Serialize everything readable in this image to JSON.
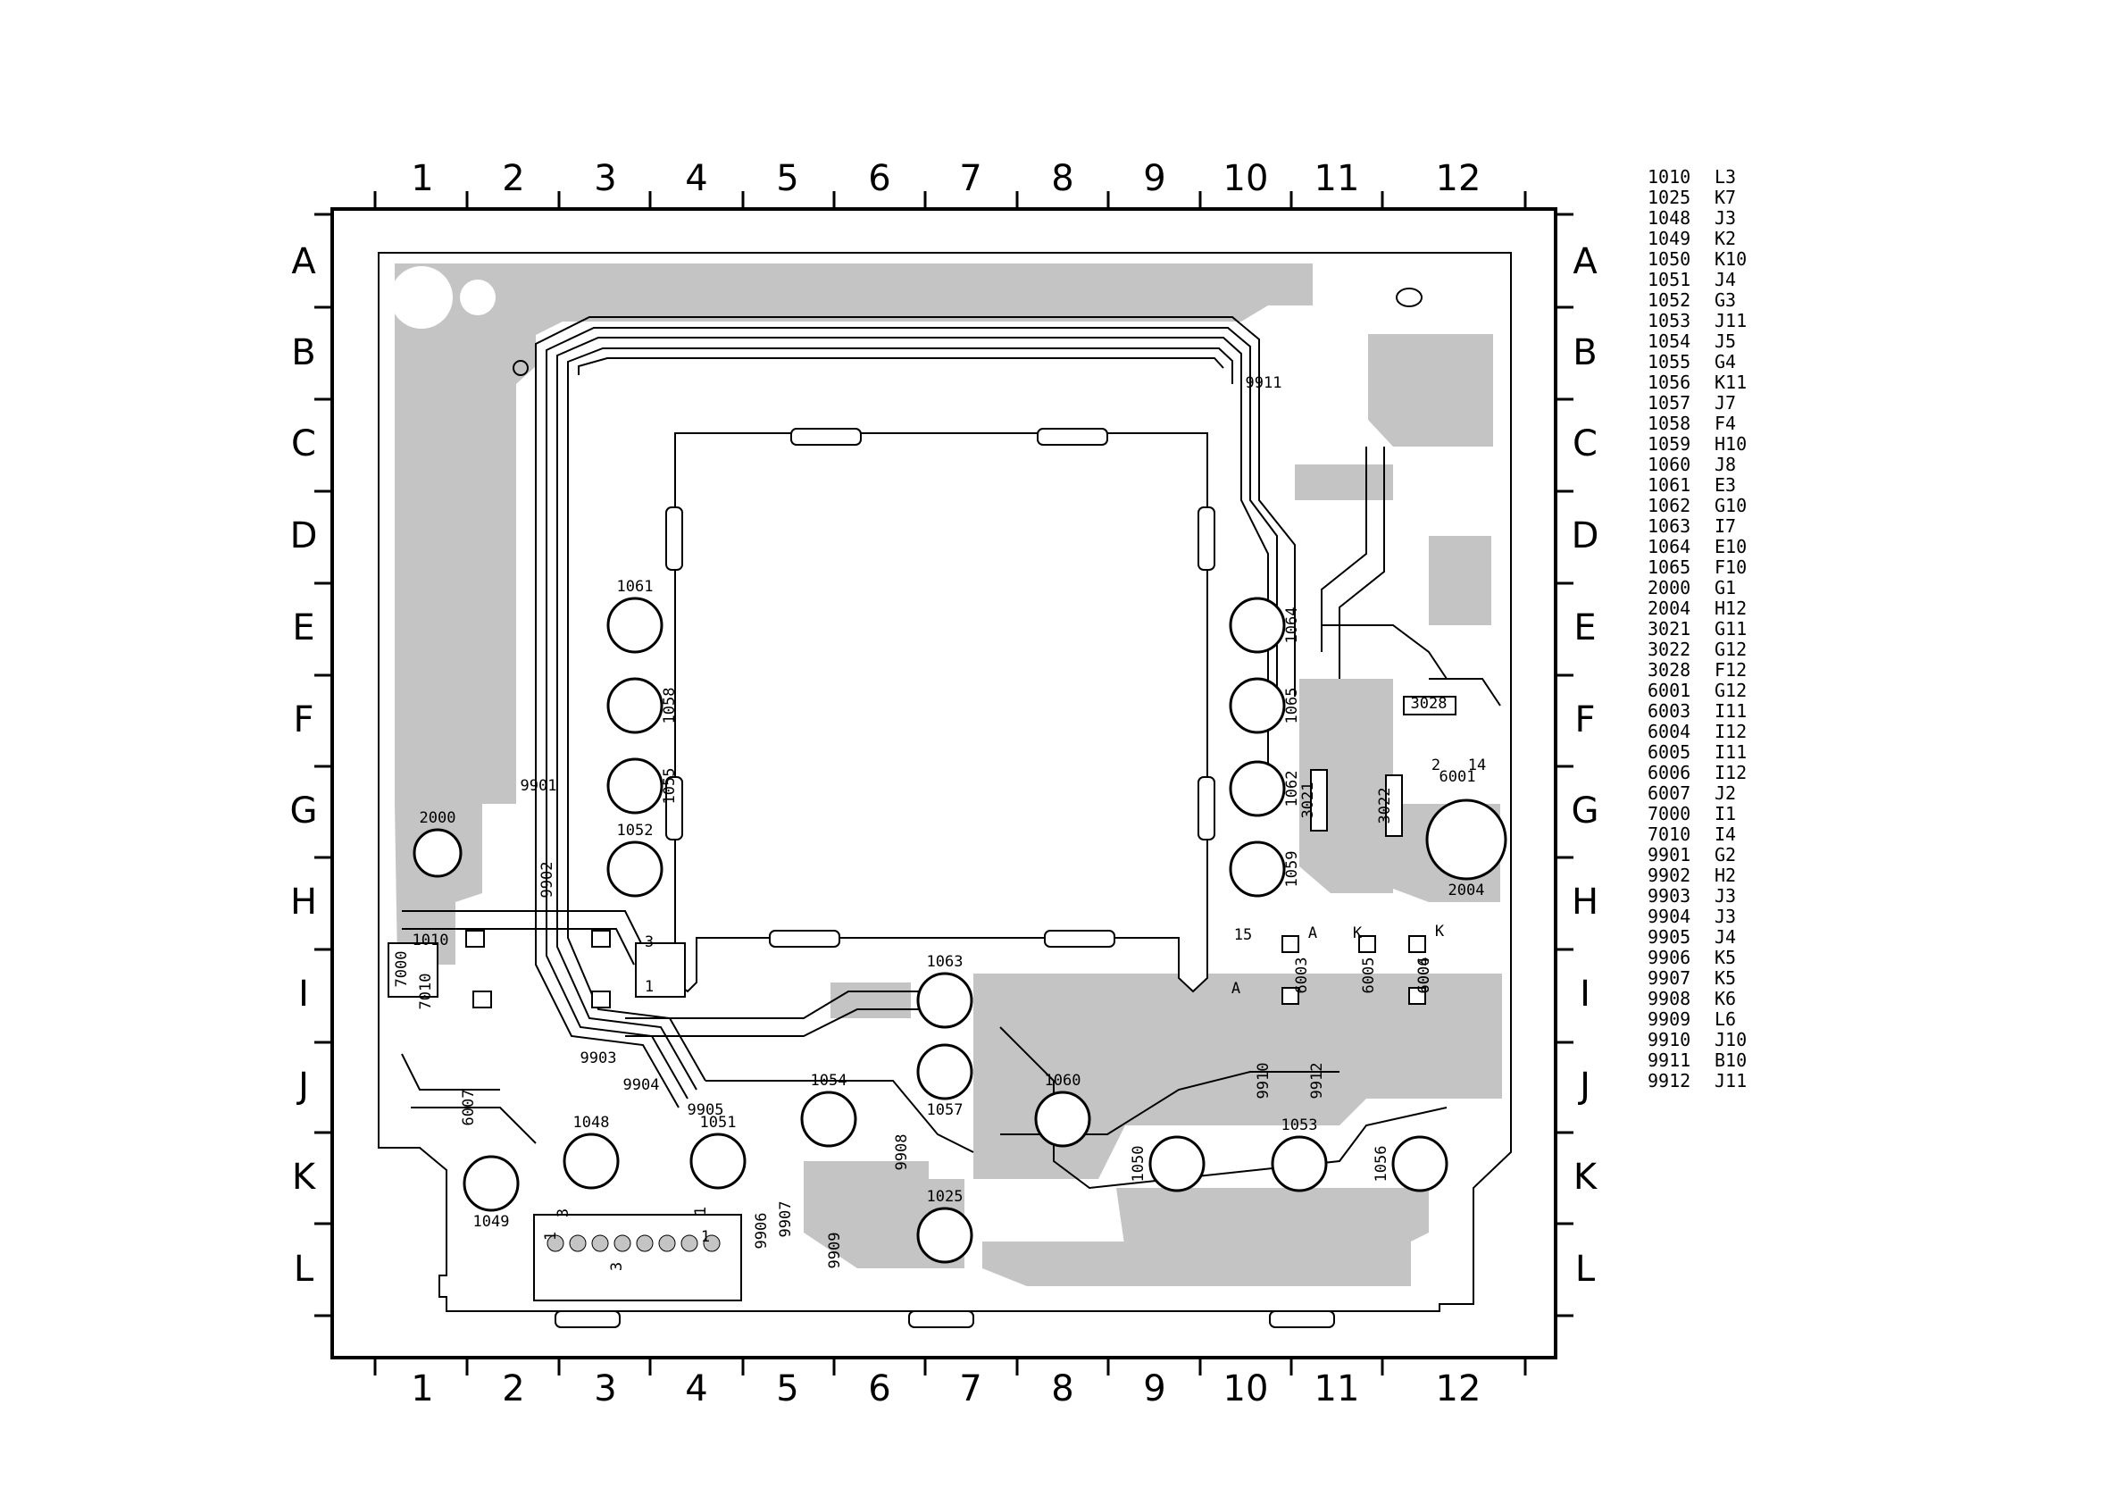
{
  "grid": {
    "columns": [
      "1",
      "2",
      "3",
      "4",
      "5",
      "6",
      "7",
      "8",
      "9",
      "10",
      "11",
      "12"
    ],
    "rows": [
      "A",
      "B",
      "C",
      "D",
      "E",
      "F",
      "G",
      "H",
      "I",
      "J",
      "K",
      "L"
    ]
  },
  "components": {
    "round": [
      {
        "id": "1061",
        "orient": "h",
        "lpos": "top"
      },
      {
        "id": "1058",
        "orient": "v",
        "lpos": "right"
      },
      {
        "id": "1055",
        "orient": "v",
        "lpos": "right"
      },
      {
        "id": "1052",
        "orient": "h",
        "lpos": "top"
      },
      {
        "id": "1064",
        "orient": "v",
        "lpos": "right"
      },
      {
        "id": "1065",
        "orient": "v",
        "lpos": "right"
      },
      {
        "id": "1062",
        "orient": "v",
        "lpos": "right"
      },
      {
        "id": "1059",
        "orient": "v",
        "lpos": "right"
      },
      {
        "id": "1063",
        "orient": "h",
        "lpos": "top"
      },
      {
        "id": "1057",
        "orient": "h",
        "lpos": "bottom"
      },
      {
        "id": "1060",
        "orient": "h",
        "lpos": "top"
      },
      {
        "id": "1054",
        "orient": "h",
        "lpos": "top"
      },
      {
        "id": "1051",
        "orient": "h",
        "lpos": "top"
      },
      {
        "id": "1048",
        "orient": "h",
        "lpos": "top"
      },
      {
        "id": "1049",
        "orient": "h",
        "lpos": "bottom"
      },
      {
        "id": "1025",
        "orient": "h",
        "lpos": "top"
      },
      {
        "id": "1050",
        "orient": "v",
        "lpos": "left"
      },
      {
        "id": "1053",
        "orient": "h",
        "lpos": "top"
      },
      {
        "id": "1056",
        "orient": "v",
        "lpos": "left"
      },
      {
        "id": "2000",
        "orient": "h",
        "lpos": "top"
      },
      {
        "id": "2004",
        "orient": "h",
        "lpos": "bottom"
      }
    ],
    "labels": [
      {
        "text": "9911",
        "rot": 0
      },
      {
        "text": "9901",
        "rot": 0
      },
      {
        "text": "9902",
        "rot": -90
      },
      {
        "text": "9903",
        "rot": 0
      },
      {
        "text": "9904",
        "rot": 0
      },
      {
        "text": "9905",
        "rot": 0
      },
      {
        "text": "9906",
        "rot": -90
      },
      {
        "text": "9907",
        "rot": -90
      },
      {
        "text": "9908",
        "rot": -90
      },
      {
        "text": "9909",
        "rot": -90
      },
      {
        "text": "9910",
        "rot": -90
      },
      {
        "text": "9912",
        "rot": -90
      },
      {
        "text": "3021",
        "rot": -90
      },
      {
        "text": "3022",
        "rot": -90
      },
      {
        "text": "3028",
        "rot": 0
      },
      {
        "text": "6001",
        "rot": 0
      },
      {
        "text": "6003",
        "rot": -90
      },
      {
        "text": "6004",
        "rot": -90
      },
      {
        "text": "6005",
        "rot": -90
      },
      {
        "text": "6006",
        "rot": -90
      },
      {
        "text": "6007",
        "rot": -90
      },
      {
        "text": "7000",
        "rot": -90
      },
      {
        "text": "7010",
        "rot": -90
      },
      {
        "text": "1010",
        "rot": 0
      },
      {
        "text": "1",
        "rot": 0
      },
      {
        "text": "3",
        "rot": 0
      },
      {
        "text": "3",
        "rot": -90
      },
      {
        "text": "1",
        "rot": -90
      },
      {
        "text": "3",
        "rot": -90
      },
      {
        "text": "1",
        "rot": -90
      },
      {
        "text": "1",
        "rot": 0
      },
      {
        "text": "2",
        "rot": 0
      },
      {
        "text": "14",
        "rot": 0
      },
      {
        "text": "15",
        "rot": 0
      },
      {
        "text": "A",
        "rot": 0
      },
      {
        "text": "K",
        "rot": 0
      },
      {
        "text": "A",
        "rot": 0
      },
      {
        "text": "K",
        "rot": 0
      }
    ]
  },
  "reference_table": [
    {
      "id": "1010",
      "loc": "L3"
    },
    {
      "id": "1025",
      "loc": "K7"
    },
    {
      "id": "1048",
      "loc": "J3"
    },
    {
      "id": "1049",
      "loc": "K2"
    },
    {
      "id": "1050",
      "loc": "K10"
    },
    {
      "id": "1051",
      "loc": "J4"
    },
    {
      "id": "1052",
      "loc": "G3"
    },
    {
      "id": "1053",
      "loc": "J11"
    },
    {
      "id": "1054",
      "loc": "J5"
    },
    {
      "id": "1055",
      "loc": "G4"
    },
    {
      "id": "1056",
      "loc": "K11"
    },
    {
      "id": "1057",
      "loc": "J7"
    },
    {
      "id": "1058",
      "loc": "F4"
    },
    {
      "id": "1059",
      "loc": "H10"
    },
    {
      "id": "1060",
      "loc": "J8"
    },
    {
      "id": "1061",
      "loc": "E3"
    },
    {
      "id": "1062",
      "loc": "G10"
    },
    {
      "id": "1063",
      "loc": "I7"
    },
    {
      "id": "1064",
      "loc": "E10"
    },
    {
      "id": "1065",
      "loc": "F10"
    },
    {
      "id": "2000",
      "loc": "G1"
    },
    {
      "id": "2004",
      "loc": "H12"
    },
    {
      "id": "3021",
      "loc": "G11"
    },
    {
      "id": "3022",
      "loc": "G12"
    },
    {
      "id": "3028",
      "loc": "F12"
    },
    {
      "id": "6001",
      "loc": "G12"
    },
    {
      "id": "6003",
      "loc": "I11"
    },
    {
      "id": "6004",
      "loc": "I12"
    },
    {
      "id": "6005",
      "loc": "I11"
    },
    {
      "id": "6006",
      "loc": "I12"
    },
    {
      "id": "6007",
      "loc": "J2"
    },
    {
      "id": "7000",
      "loc": "I1"
    },
    {
      "id": "7010",
      "loc": "I4"
    },
    {
      "id": "9901",
      "loc": "G2"
    },
    {
      "id": "9902",
      "loc": "H2"
    },
    {
      "id": "9903",
      "loc": "J3"
    },
    {
      "id": "9904",
      "loc": "J3"
    },
    {
      "id": "9905",
      "loc": "J4"
    },
    {
      "id": "9906",
      "loc": "K5"
    },
    {
      "id": "9907",
      "loc": "K5"
    },
    {
      "id": "9908",
      "loc": "K6"
    },
    {
      "id": "9909",
      "loc": "L6"
    },
    {
      "id": "9910",
      "loc": "J10"
    },
    {
      "id": "9911",
      "loc": "B10"
    },
    {
      "id": "9912",
      "loc": "J11"
    }
  ]
}
